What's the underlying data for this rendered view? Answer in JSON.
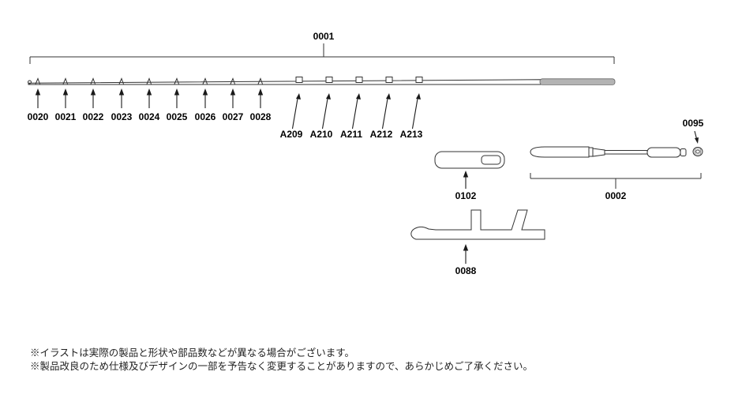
{
  "colors": {
    "ink": "#1a1a1a",
    "butt_fill": "#b3b3b3"
  },
  "assembly": {
    "label": "0001"
  },
  "guides": [
    {
      "label": "0020"
    },
    {
      "label": "0021"
    },
    {
      "label": "0022"
    },
    {
      "label": "0023"
    },
    {
      "label": "0024"
    },
    {
      "label": "0025"
    },
    {
      "label": "0026"
    },
    {
      "label": "0027"
    },
    {
      "label": "0028"
    }
  ],
  "sections": [
    {
      "label": "A209"
    },
    {
      "label": "A210"
    },
    {
      "label": "A211"
    },
    {
      "label": "A212"
    },
    {
      "label": "A213"
    }
  ],
  "parts": {
    "end_cap": {
      "label": "0095"
    },
    "handle": {
      "label": "0002"
    },
    "case": {
      "label": "0102"
    },
    "hook_keeper": {
      "label": "0088"
    }
  },
  "notes": {
    "line1": "※イラストは実際の製品と形状や部品数などが異なる場合がございます。",
    "line2": "※製品改良のため仕様及びデザインの一部を予告なく変更することがありますので、あらかじめご了承ください。"
  }
}
